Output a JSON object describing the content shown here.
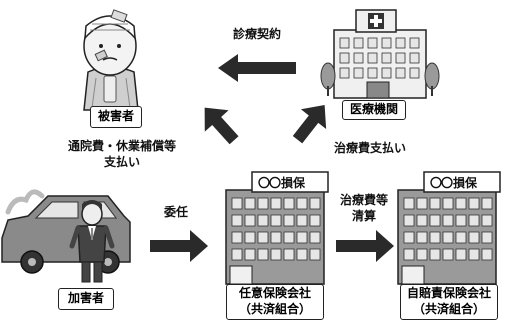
{
  "nodes": {
    "victim": "被害者",
    "hospital": "医療機関",
    "perpetrator": "加害者",
    "voluntary_insurer": [
      "任意保険会社",
      "（共済組合）"
    ],
    "compulsory_insurer": [
      "自賠責保険会社",
      "（共済組合）"
    ]
  },
  "company_sign": {
    "circles": "〇〇",
    "text": "損保"
  },
  "edges": {
    "medical_contract": "診療契約",
    "commute_lost_wages": [
      "通院費・休業補償等",
      "支払い"
    ],
    "treatment_payment": "治療費支払い",
    "commission": "委任",
    "treatment_settlement": [
      "治療費等",
      "清算"
    ]
  },
  "colors": {
    "arrow": "#2a2a2a",
    "building": "#9a9a9a",
    "window": "#e6e6e6",
    "text": "#111111"
  }
}
